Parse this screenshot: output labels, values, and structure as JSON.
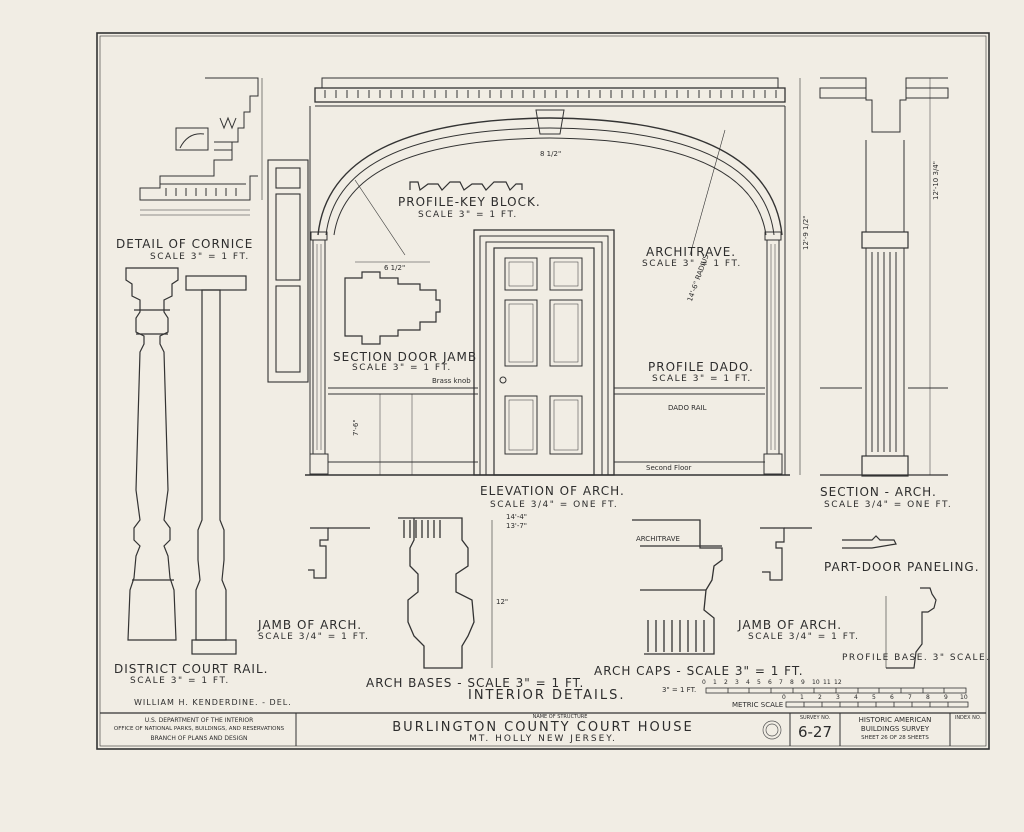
{
  "drawing_title": "INTERIOR DETAILS.",
  "labels": {
    "detail_cornice": "DETAIL OF CORNICE",
    "detail_cornice_scale": "SCALE 3\" = 1 FT.",
    "profile_key_block": "PROFILE-KEY BLOCK.",
    "profile_key_block_scale": "SCALE 3\" = 1 FT.",
    "architrave": "ARCHITRAVE.",
    "architrave_scale": "SCALE 3\" = 1 FT.",
    "section_door_jamb": "SECTION DOOR JAMB",
    "section_door_jamb_scale": "SCALE 3\" = 1 FT.",
    "profile_dado": "PROFILE DADO.",
    "profile_dado_scale": "SCALE 3\" = 1 FT.",
    "brass_knob": "Brass knob",
    "dado_rail": "DADO RAIL",
    "second_floor": "Second Floor",
    "elevation_of_arch": "ELEVATION OF ARCH.",
    "elevation_of_arch_scale": "SCALE 3/4\" = ONE FT.",
    "section_arch": "SECTION - ARCH.",
    "section_arch_scale": "SCALE 3/4\" = ONE FT.",
    "part_door_paneling": "PART-DOOR PANELING.",
    "profile_base": "PROFILE BASE. 3\" SCALE.",
    "jamb_of_arch_left": "JAMB OF ARCH.",
    "jamb_of_arch_left_scale": "SCALE 3/4\" = 1 FT.",
    "jamb_of_arch_right": "JAMB OF ARCH.",
    "jamb_of_arch_right_scale": "SCALE 3/4\" = 1 FT.",
    "arch_bases": "ARCH BASES - SCALE 3\" = 1 FT.",
    "arch_caps": "ARCH CAPS - SCALE 3\" = 1 FT.",
    "architrave_small": "ARCHITRAVE",
    "district_court_rail": "DISTRICT COURT RAIL.",
    "district_court_rail_scale": "SCALE 3\" = 1 FT.",
    "delineator": "WILLIAM H. KENDERDINE. - DEL."
  },
  "dimensions": {
    "arch_height": "12'-9 1/2\"",
    "section_height": "12'-10 3/4\"",
    "door_jamb_width": "6 1/2\"",
    "dim_14_4": "14'-4\"",
    "dim_13_7": "13'-7\"",
    "dim_12": "12\"",
    "dim_7_6": "7'-6\"",
    "dim_8_half": "8 1/2\"",
    "radius": "14'-6\" RADIUS"
  },
  "scales": {
    "three_inch": "3\" = 1 FT.",
    "metric": "METRIC SCALE",
    "three_inch_ticks": [
      "0",
      "1",
      "2",
      "3",
      "4",
      "5",
      "6",
      "7",
      "8",
      "9",
      "10",
      "11",
      "12"
    ],
    "metric_ticks": [
      "0",
      "1",
      "2",
      "3",
      "4",
      "5",
      "6",
      "7",
      "8",
      "9",
      "10"
    ]
  },
  "title_block": {
    "agency_line1": "U.S. DEPARTMENT OF THE INTERIOR",
    "agency_line2": "OFFICE OF NATIONAL PARKS, BUILDINGS, AND RESERVATIONS",
    "agency_line3": "BRANCH OF PLANS AND DESIGN",
    "name_of_structure_label": "NAME OF STRUCTURE",
    "structure_name": "BURLINGTON COUNTY COURT HOUSE",
    "location": "MT. HOLLY NEW JERSEY.",
    "survey_no_label": "SURVEY NO.",
    "survey_no": "6-27",
    "survey_title1": "HISTORIC AMERICAN",
    "survey_title2": "BUILDINGS SURVEY",
    "sheet_text": "SHEET 26 OF 28 SHEETS",
    "index_label": "INDEX NO."
  }
}
